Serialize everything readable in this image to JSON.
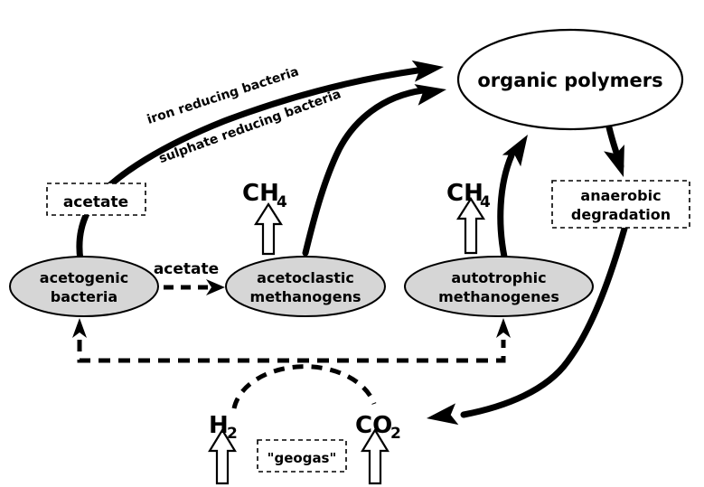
{
  "diagram": {
    "background": "#ffffff",
    "colors": {
      "node_fill": "#d6d6d6",
      "node_fill_white": "#ffffff",
      "line": "#000000"
    },
    "nodes": {
      "organic_polymers": {
        "label": "organic polymers"
      },
      "acetogenic_bacteria": {
        "line1": "acetogenic",
        "line2": "bacteria"
      },
      "acetoclastic_methanogens": {
        "line1": "acetoclastic",
        "line2": "methanogens"
      },
      "autotrophic_methanogenes": {
        "line1": "autotrophic",
        "line2": "methanogenes"
      },
      "acetate_box": {
        "label": "acetate"
      },
      "anaerobic_degradation": {
        "line1": "anaerobic",
        "line2": "degradation"
      },
      "geogas_box": {
        "label": "\"geogas\""
      }
    },
    "edge_labels": {
      "iron_reducing": "iron reducing bacteria",
      "sulphate_reducing": "sulphate reducing bacteria",
      "acetate_flow": "acetate"
    },
    "gases": {
      "ch4": {
        "base": "CH",
        "sub": "4"
      },
      "h2": {
        "base": "H",
        "sub": "2"
      },
      "co2": {
        "base": "CO",
        "sub": "2"
      }
    }
  }
}
